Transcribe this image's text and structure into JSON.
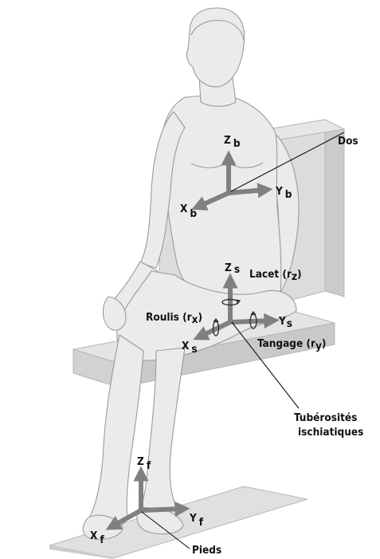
{
  "colors": {
    "body_fill": "#eaeaea",
    "body_stroke": "#9a9a9a",
    "furniture_fill": "#dedede",
    "furniture_side": "#cfcfcf",
    "axis_gray": "#808080",
    "text": "#111111",
    "leader": "#111111"
  },
  "labels": {
    "dos": "Dos",
    "tuberosites_line1": "Tubérosités",
    "tuberosites_line2": "ischiatiques",
    "pieds": "Pieds",
    "lacet": "Lacet (r",
    "lacet_sub": "z",
    "lacet_close": ")",
    "roulis": "Roulis (r",
    "roulis_sub": "x",
    "roulis_close": ")",
    "tangage": "Tangage (r",
    "tangage_sub": "y",
    "tangage_close": ")"
  },
  "axes": {
    "back": {
      "z": "Z",
      "z_sub": "b",
      "x": "X",
      "x_sub": "b",
      "y": "Y",
      "y_sub": "b"
    },
    "seat": {
      "z": "Z",
      "z_sub": "s",
      "x": "X",
      "x_sub": "s",
      "y": "Y",
      "y_sub": "s"
    },
    "feet": {
      "z": "Z",
      "z_sub": "f",
      "x": "X",
      "x_sub": "f",
      "y": "Y",
      "y_sub": "f"
    }
  }
}
